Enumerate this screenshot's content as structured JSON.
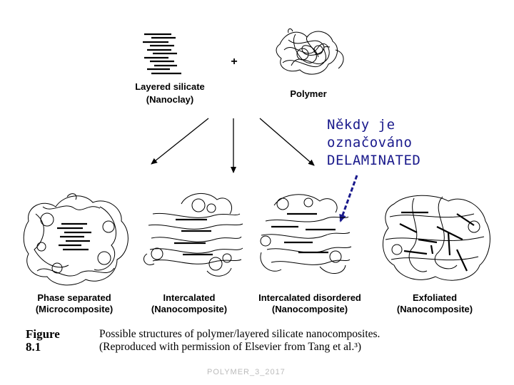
{
  "top": {
    "plus": "+",
    "silicate_line1": "Layered silicate",
    "silicate_line2": "(Nanoclay)",
    "polymer": "Polymer"
  },
  "note": {
    "line1": "Někdy je",
    "line2": "označováno",
    "line3": "DELAMINATED",
    "color": "#1a1a8c"
  },
  "structures": [
    {
      "line1": "Phase separated",
      "line2": "(Microcomposite)"
    },
    {
      "line1": "Intercalated",
      "line2": "(Nanocomposite)"
    },
    {
      "line1": "Intercalated disordered",
      "line2": "(Nanocomposite)"
    },
    {
      "line1": "Exfoliated",
      "line2": "(Nanocomposite)"
    }
  ],
  "caption": {
    "figure": "Figure 8.1",
    "line1": "Possible structures of polymer/layered silicate nanocomposites.",
    "line2": "(Reproduced with permission of Elsevier from Tang et al.³)"
  },
  "footer": "POLYMER_3_2017"
}
